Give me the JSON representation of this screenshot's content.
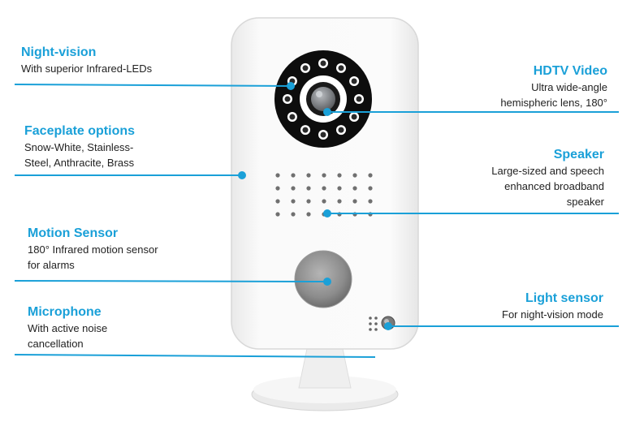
{
  "features": {
    "night_vision": {
      "title": "Night-vision",
      "desc_lines": [
        "With superior Infrared-LEDs"
      ]
    },
    "faceplate": {
      "title": "Faceplate options",
      "desc_lines": [
        "Snow-White, Stainless-",
        "Steel, Anthracite, Brass"
      ]
    },
    "motion": {
      "title": "Motion Sensor",
      "desc_lines": [
        "180° Infrared motion sensor",
        "for alarms"
      ]
    },
    "microphone": {
      "title": "Microphone",
      "desc_lines": [
        "With active noise",
        "cancellation"
      ]
    },
    "hdtv": {
      "title": "HDTV Video",
      "desc_lines": [
        "Ultra wide-angle",
        "hemispheric lens, 180°"
      ]
    },
    "speaker": {
      "title": "Speaker",
      "desc_lines": [
        "Large-sized and speech",
        "enhanced broadband",
        "speaker"
      ]
    },
    "light": {
      "title": "Light sensor",
      "desc_lines": [
        "For night-vision mode"
      ]
    }
  },
  "colors": {
    "accent": "#1aa0d8",
    "text": "#222222"
  }
}
